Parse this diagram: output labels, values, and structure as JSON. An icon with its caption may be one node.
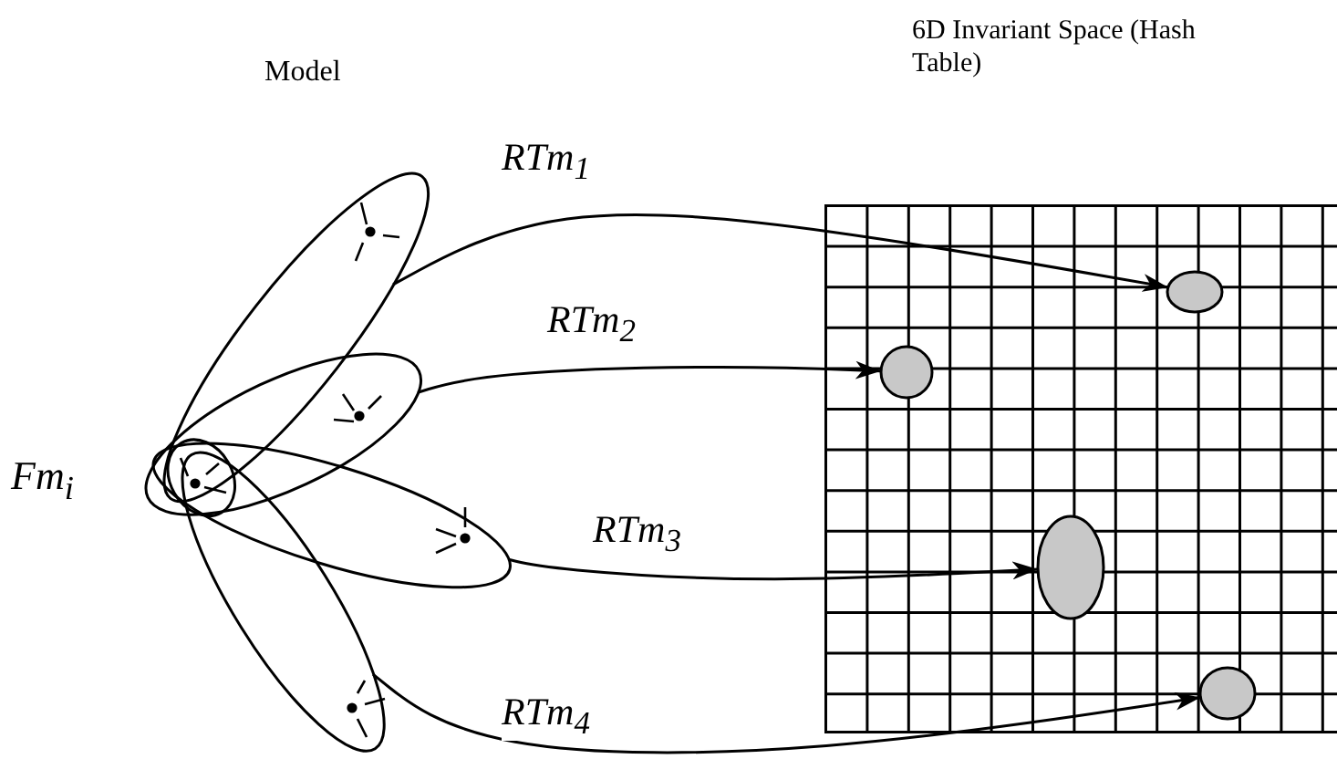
{
  "diagram": {
    "nodes": [
      {
        "text": [],
        "shape": "ellipse"
      },
      {
        "text": [],
        "shape": "ellipse"
      },
      {
        "text": [],
        "shape": "ellipse"
      },
      {
        "text": [],
        "shape": "ellipse"
      },
      {
        "text": [],
        "shape": "ellipse"
      },
      {
        "text": [
          "6D Invariant Space (Hash Table)"
        ]
      },
      {
        "text": [],
        "shape": "ellipse",
        "in": 5
      },
      {
        "text": [],
        "shape": "ellipse",
        "in": 5
      },
      {
        "text": [],
        "shape": "ellipse",
        "in": 5
      },
      {
        "text": [],
        "shape": "ellipse",
        "in": 5
      }
    ],
    "edges": [
      {
        "from": 0,
        "to": 6,
        "arrow": "to",
        "label": "RTm$_{1}$"
      },
      {
        "from": 1,
        "to": 7,
        "arrow": "to",
        "label": "RTm$_{2}$"
      },
      {
        "from": 2,
        "to": 8,
        "arrow": "to",
        "label": "RTm$_{3}$"
      },
      {
        "from": 3,
        "to": 9,
        "arrow": "to",
        "label": "RTm$_{4}$"
      }
    ],
    "labels": [
      "Model",
      "Fm$_{i}$"
    ]
  }
}
